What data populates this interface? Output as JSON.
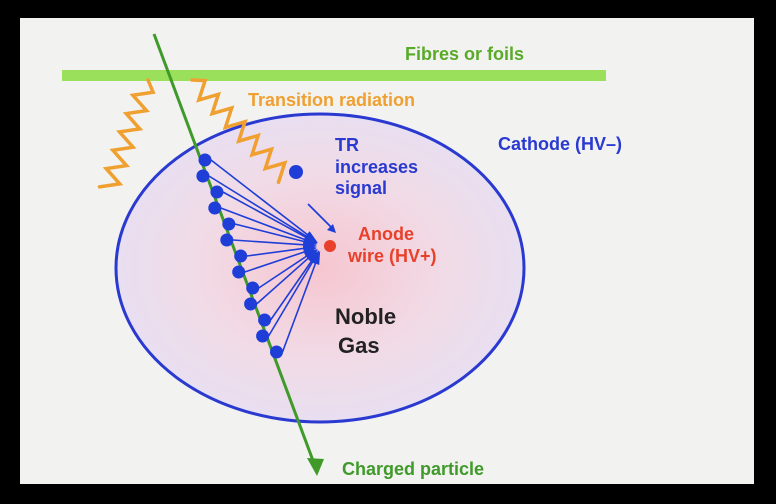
{
  "labels": {
    "fibres": "Fibres or foils",
    "transition_radiation": "Transition radiation",
    "cathode": "Cathode (HV–)",
    "tr_line1": "TR",
    "tr_line2": "increases",
    "tr_line3": "signal",
    "anode_line1": "Anode",
    "anode_line2": "wire (HV+)",
    "gas_line1": "Noble",
    "gas_line2": "Gas",
    "particle": "Charged particle"
  },
  "colors": {
    "background": "#f2f2f0",
    "frame": "#000000",
    "fibres_bar": "#9be05a",
    "fibres_text": "#5aaa2a",
    "radiation": "#f0a030",
    "cathode_ring": "#2a3ad0",
    "gas_fill": "#f4d6e0",
    "electrons": "#1f3ed8",
    "anode": "#e8402a",
    "particle_track": "#3f9a2a",
    "text_dark": "#222222"
  },
  "icons": {
    "anode_wire": "red-dot",
    "electron": "blue-dot",
    "track_arrowhead": "arrow-down"
  }
}
